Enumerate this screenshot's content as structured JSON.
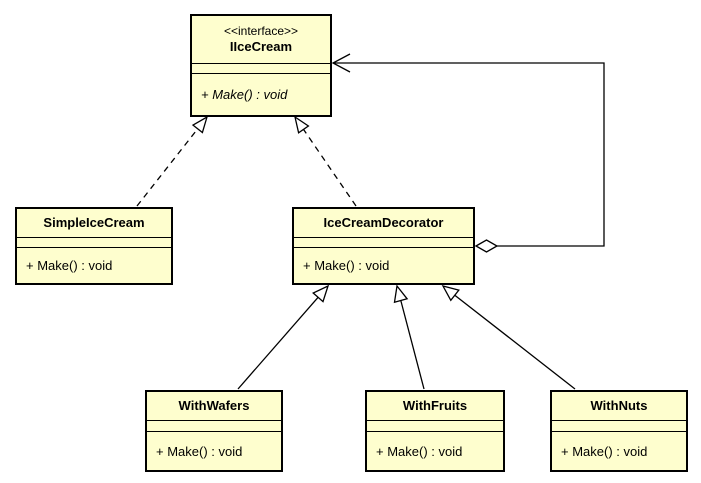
{
  "diagram": {
    "kind": "uml-class-diagram",
    "background_color": "#ffffff",
    "node_fill_color": "#fefece",
    "line_color": "#000000",
    "classes": [
      {
        "stereotype": "<<interface>>",
        "name": "IIceCream",
        "operations": [
          "+ Make() : void"
        ]
      },
      {
        "name": "SimpleIceCream",
        "operations": [
          "+ Make() : void"
        ]
      },
      {
        "name": "IceCreamDecorator",
        "operations": [
          "+ Make() : void"
        ]
      },
      {
        "name": "WithWafers",
        "operations": [
          "+ Make() : void"
        ]
      },
      {
        "name": "WithFruits",
        "operations": [
          "+ Make() : void"
        ]
      },
      {
        "name": "WithNuts",
        "operations": [
          "+ Make() : void"
        ]
      }
    ],
    "relations": [
      {
        "from": "SimpleIceCream",
        "to": "IIceCream",
        "type": "realization"
      },
      {
        "from": "IceCreamDecorator",
        "to": "IIceCream",
        "type": "realization"
      },
      {
        "from": "IceCreamDecorator",
        "to": "IIceCream",
        "type": "aggregation-association"
      },
      {
        "from": "WithWafers",
        "to": "IceCreamDecorator",
        "type": "generalization"
      },
      {
        "from": "WithFruits",
        "to": "IceCreamDecorator",
        "type": "generalization"
      },
      {
        "from": "WithNuts",
        "to": "IceCreamDecorator",
        "type": "generalization"
      }
    ]
  }
}
